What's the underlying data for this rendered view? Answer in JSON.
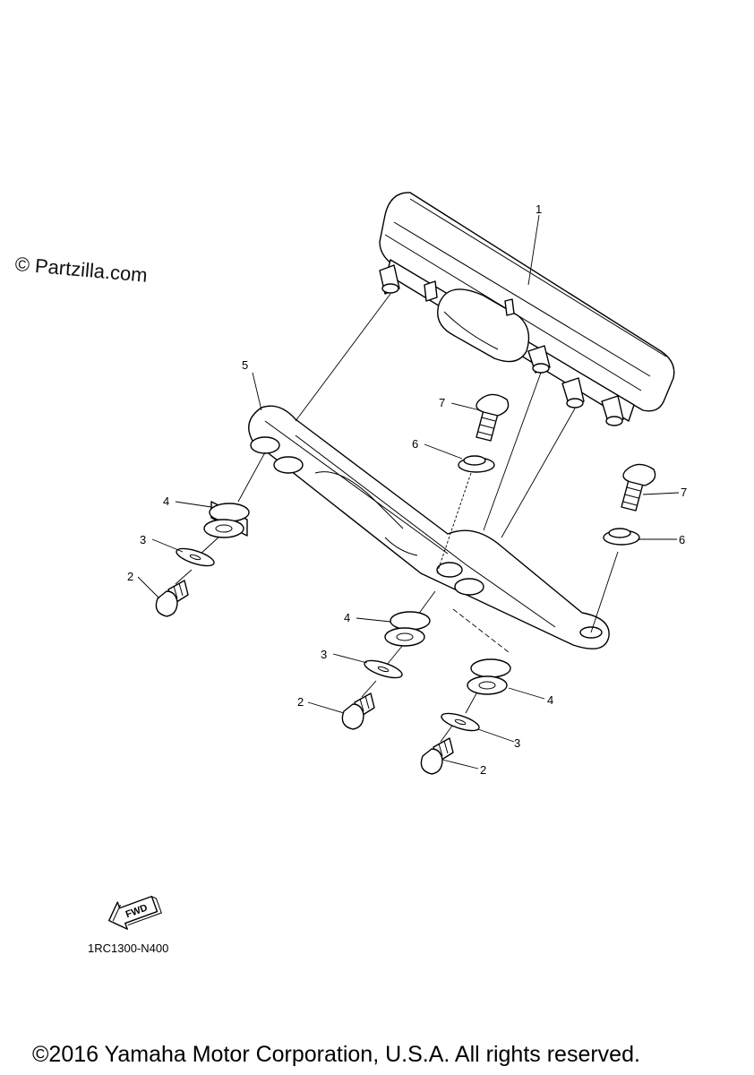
{
  "watermark": "© Partzilla.com",
  "callouts": {
    "c1": "1",
    "c2a": "2",
    "c2b": "2",
    "c2c": "2",
    "c3a": "3",
    "c3b": "3",
    "c3c": "3",
    "c4a": "4",
    "c4b": "4",
    "c4c": "4",
    "c5": "5",
    "c6a": "6",
    "c6b": "6",
    "c7a": "7",
    "c7b": "7"
  },
  "fwd_label": "FWD",
  "drawing_code": "1RC1300-N400",
  "copyright": "©2016 Yamaha Motor Corporation, U.S.A. All rights reserved."
}
